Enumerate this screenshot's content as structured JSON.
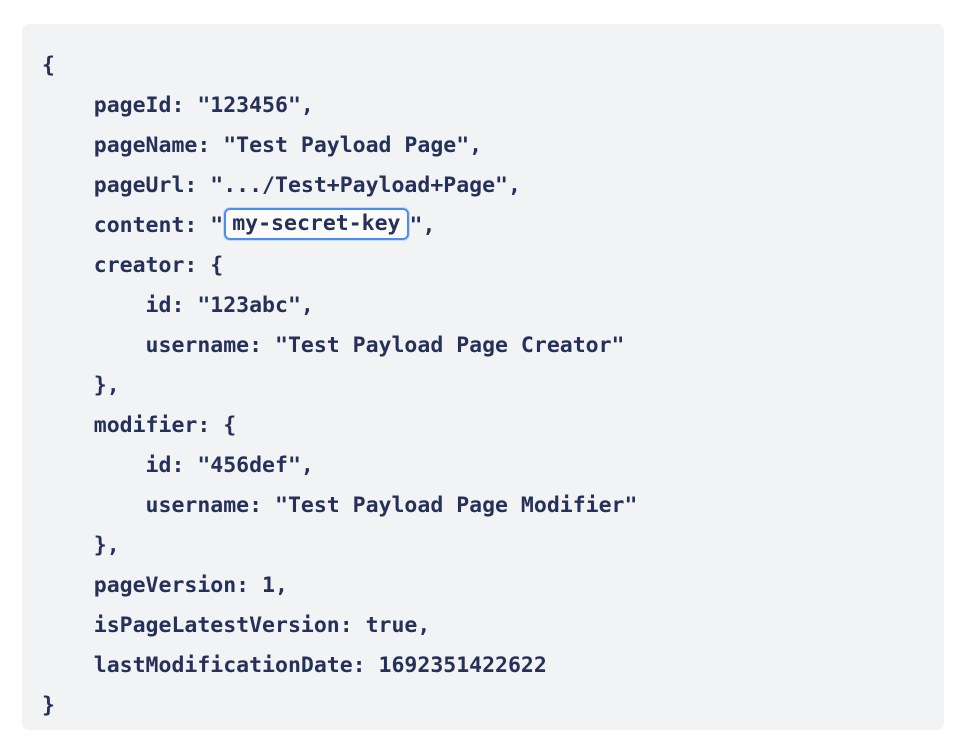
{
  "page": {
    "background_color": "#ffffff"
  },
  "code_block": {
    "background_color": "#f2f3f5",
    "text_color": "#253158",
    "language": "json",
    "lines": [
      {
        "indent": 0,
        "text": "{"
      },
      {
        "indent": 1,
        "text": "pageId: \"123456\","
      },
      {
        "indent": 1,
        "text": "pageName: \"Test Payload Page\","
      },
      {
        "indent": 1,
        "text": "pageUrl: \".../Test+Payload+Page\","
      },
      {
        "indent": 1,
        "text": "content: \"",
        "highlight": "my-secret-key",
        "text_after": "\","
      },
      {
        "indent": 1,
        "text": "creator: {"
      },
      {
        "indent": 2,
        "text": "id: \"123abc\","
      },
      {
        "indent": 2,
        "text": "username: \"Test Payload Page Creator\""
      },
      {
        "indent": 1,
        "text": "},"
      },
      {
        "indent": 1,
        "text": "modifier: {"
      },
      {
        "indent": 2,
        "text": "id: \"456def\","
      },
      {
        "indent": 2,
        "text": "username: \"Test Payload Page Modifier\""
      },
      {
        "indent": 1,
        "text": "},"
      },
      {
        "indent": 1,
        "text": "pageVersion: 1,"
      },
      {
        "indent": 1,
        "text": "isPageLatestVersion: true,"
      },
      {
        "indent": 1,
        "text": "lastModificationDate: 1692351422622"
      },
      {
        "indent": 0,
        "text": "}"
      }
    ],
    "highlight": {
      "value": "my-secret-key",
      "border_color": "#4c8ef0",
      "fill_color": "#fbfbfc",
      "line_index": 4,
      "field": "content"
    }
  },
  "payload": {
    "pageId": "123456",
    "pageName": "Test Payload Page",
    "pageUrl": ".../Test+Payload+Page",
    "content": "my-secret-key",
    "creator": {
      "id": "123abc",
      "username": "Test Payload Page Creator"
    },
    "modifier": {
      "id": "456def",
      "username": "Test Payload Page Modifier"
    },
    "pageVersion": "1",
    "isPageLatestVersion": "true",
    "lastModificationDate": "1692351422622"
  }
}
